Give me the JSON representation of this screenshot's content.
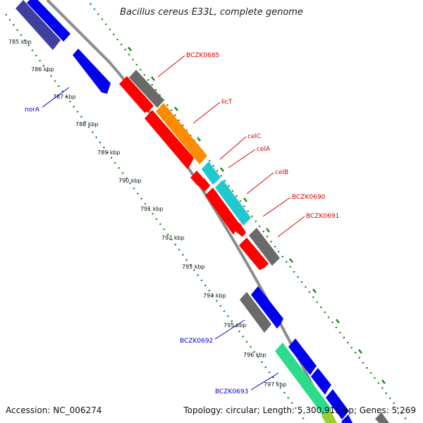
{
  "title": "Bacillus cereus E33L, complete genome",
  "accession": "Accession: NC_006274",
  "summary": "Topology: circular; Length: 5,300,915 bp; Genes: 5,269",
  "scale_labels": [
    "785 kbp",
    "786 kbp",
    "787 kbp",
    "788 kbp",
    "789 kbp",
    "790 kbp",
    "791 kbp",
    "792 kbp",
    "793 kbp",
    "794 kbp",
    "795 kbp",
    "796 kbp",
    "797 kbp"
  ],
  "gene_labels": [
    {
      "text": "BCZK0685",
      "color": "#dd0000"
    },
    {
      "text": "licT",
      "color": "#dd0000"
    },
    {
      "text": "celC",
      "color": "#dd0000"
    },
    {
      "text": "celA",
      "color": "#dd0000"
    },
    {
      "text": "celB",
      "color": "#dd0000"
    },
    {
      "text": "BCZK0690",
      "color": "#dd0000"
    },
    {
      "text": "BCZK0691",
      "color": "#dd0000"
    },
    {
      "text": "norA",
      "color": "#0000cc"
    },
    {
      "text": "BCZK0692",
      "color": "#0000cc"
    },
    {
      "text": "BCZK0693",
      "color": "#0000cc"
    }
  ],
  "colors": {
    "red": "#ff0000",
    "gray": "#6a6a6a",
    "orange": "#ff8c00",
    "cyan": "#20c8d0",
    "blue": "#0000ee",
    "navy": "#3f3f9e",
    "green": "#2cdc8a",
    "backbone": "#8c8c8c",
    "scale_dots": "#1a8a1a"
  }
}
